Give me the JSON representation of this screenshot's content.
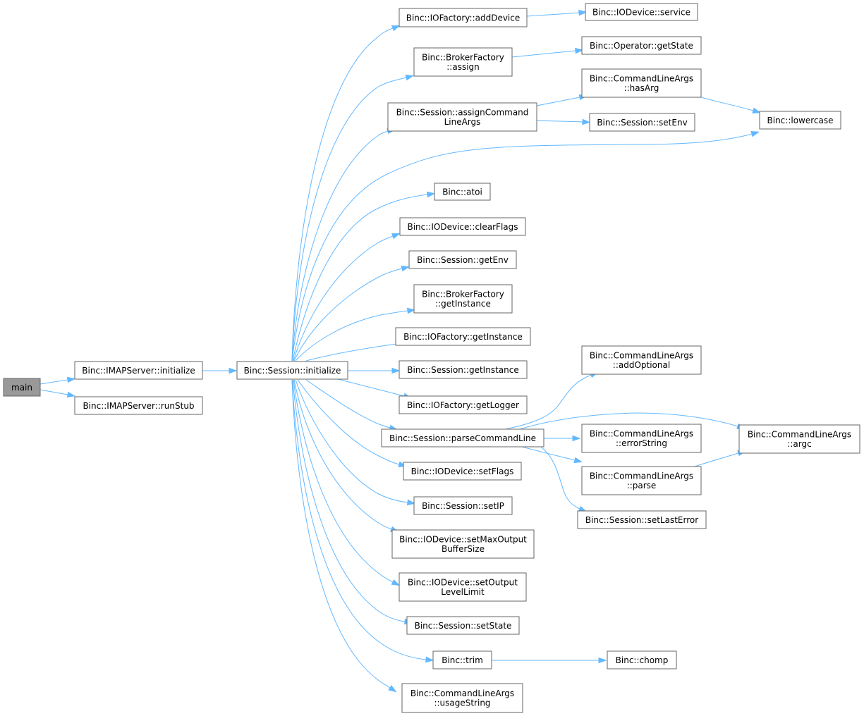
{
  "graph": {
    "root": "main",
    "edge_color": "#63b8ff",
    "root_fill": "#999999",
    "nodes": [
      {
        "id": "main",
        "lines": [
          "main"
        ]
      },
      {
        "id": "imap_init",
        "lines": [
          "Binc::IMAPServer::initialize"
        ]
      },
      {
        "id": "imap_runstub",
        "lines": [
          "Binc::IMAPServer::runStub"
        ]
      },
      {
        "id": "sess_init",
        "lines": [
          "Binc::Session::initialize"
        ]
      },
      {
        "id": "iof_adddevice",
        "lines": [
          "Binc::IOFactory::addDevice"
        ]
      },
      {
        "id": "iod_service",
        "lines": [
          "Binc::IODevice::service"
        ]
      },
      {
        "id": "bf_assign",
        "lines": [
          "Binc::BrokerFactory",
          "::assign"
        ]
      },
      {
        "id": "op_getstate",
        "lines": [
          "Binc::Operator::getState"
        ]
      },
      {
        "id": "sess_assigncla",
        "lines": [
          "Binc::Session::assignCommand",
          "LineArgs"
        ]
      },
      {
        "id": "cla_hasarg",
        "lines": [
          "Binc::CommandLineArgs",
          "::hasArg"
        ]
      },
      {
        "id": "sess_setenv",
        "lines": [
          "Binc::Session::setEnv"
        ]
      },
      {
        "id": "lowercase",
        "lines": [
          "Binc::lowercase"
        ]
      },
      {
        "id": "atoi",
        "lines": [
          "Binc::atoi"
        ]
      },
      {
        "id": "iod_clearflags",
        "lines": [
          "Binc::IODevice::clearFlags"
        ]
      },
      {
        "id": "sess_getenv",
        "lines": [
          "Binc::Session::getEnv"
        ]
      },
      {
        "id": "bf_getinstance",
        "lines": [
          "Binc::BrokerFactory",
          "::getInstance"
        ]
      },
      {
        "id": "iof_getinstance",
        "lines": [
          "Binc::IOFactory::getInstance"
        ]
      },
      {
        "id": "sess_getinstance",
        "lines": [
          "Binc::Session::getInstance"
        ]
      },
      {
        "id": "iof_getlogger",
        "lines": [
          "Binc::IOFactory::getLogger"
        ]
      },
      {
        "id": "sess_parsecl",
        "lines": [
          "Binc::Session::parseCommandLine"
        ]
      },
      {
        "id": "cla_addoptional",
        "lines": [
          "Binc::CommandLineArgs",
          "::addOptional"
        ]
      },
      {
        "id": "cla_argc",
        "lines": [
          "Binc::CommandLineArgs",
          "::argc"
        ]
      },
      {
        "id": "cla_errorstring",
        "lines": [
          "Binc::CommandLineArgs",
          "::errorString"
        ]
      },
      {
        "id": "cla_parse",
        "lines": [
          "Binc::CommandLineArgs",
          "::parse"
        ]
      },
      {
        "id": "sess_setlasterror",
        "lines": [
          "Binc::Session::setLastError"
        ]
      },
      {
        "id": "iod_setflags",
        "lines": [
          "Binc::IODevice::setFlags"
        ]
      },
      {
        "id": "sess_setip",
        "lines": [
          "Binc::Session::setIP"
        ]
      },
      {
        "id": "iod_setmaxout",
        "lines": [
          "Binc::IODevice::setMaxOutput",
          "BufferSize"
        ]
      },
      {
        "id": "iod_setoutlevel",
        "lines": [
          "Binc::IODevice::setOutput",
          "LevelLimit"
        ]
      },
      {
        "id": "sess_setstate",
        "lines": [
          "Binc::Session::setState"
        ]
      },
      {
        "id": "trim",
        "lines": [
          "Binc::trim"
        ]
      },
      {
        "id": "chomp",
        "lines": [
          "Binc::chomp"
        ]
      },
      {
        "id": "cla_usagestring",
        "lines": [
          "Binc::CommandLineArgs",
          "::usageString"
        ]
      }
    ],
    "edges": [
      [
        "main",
        "imap_init"
      ],
      [
        "main",
        "imap_runstub"
      ],
      [
        "imap_init",
        "sess_init"
      ],
      [
        "sess_init",
        "iof_adddevice"
      ],
      [
        "sess_init",
        "bf_assign"
      ],
      [
        "sess_init",
        "sess_assigncla"
      ],
      [
        "sess_init",
        "lowercase"
      ],
      [
        "sess_init",
        "atoi"
      ],
      [
        "sess_init",
        "iod_clearflags"
      ],
      [
        "sess_init",
        "sess_getenv"
      ],
      [
        "sess_init",
        "bf_getinstance"
      ],
      [
        "sess_init",
        "iof_getinstance"
      ],
      [
        "sess_init",
        "sess_getinstance"
      ],
      [
        "sess_init",
        "iof_getlogger"
      ],
      [
        "sess_init",
        "sess_parsecl"
      ],
      [
        "sess_init",
        "iod_setflags"
      ],
      [
        "sess_init",
        "sess_setip"
      ],
      [
        "sess_init",
        "iod_setmaxout"
      ],
      [
        "sess_init",
        "iod_setoutlevel"
      ],
      [
        "sess_init",
        "sess_setstate"
      ],
      [
        "sess_init",
        "trim"
      ],
      [
        "sess_init",
        "cla_usagestring"
      ],
      [
        "iof_adddevice",
        "iod_service"
      ],
      [
        "bf_assign",
        "op_getstate"
      ],
      [
        "sess_assigncla",
        "cla_hasarg"
      ],
      [
        "sess_assigncla",
        "sess_setenv"
      ],
      [
        "cla_hasarg",
        "lowercase"
      ],
      [
        "sess_parsecl",
        "cla_addoptional"
      ],
      [
        "sess_parsecl",
        "cla_argc"
      ],
      [
        "sess_parsecl",
        "cla_errorstring"
      ],
      [
        "sess_parsecl",
        "cla_parse"
      ],
      [
        "sess_parsecl",
        "sess_setlasterror"
      ],
      [
        "cla_parse",
        "cla_argc"
      ],
      [
        "trim",
        "chomp"
      ]
    ]
  }
}
